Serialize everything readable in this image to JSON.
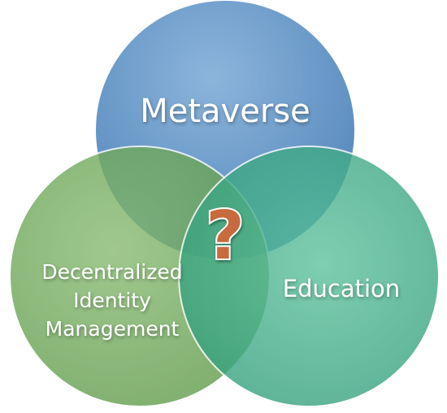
{
  "diagram": {
    "sets": [
      {
        "id": "metaverse",
        "label_lines": [
          "Metaverse"
        ],
        "color": "#5a8dc0"
      },
      {
        "id": "identity",
        "label_lines": [
          "Decentralized",
          "Identity",
          "Management"
        ],
        "color": "#6fa559"
      },
      {
        "id": "education",
        "label_lines": [
          "Education"
        ],
        "color": "#3ea988"
      }
    ],
    "center_mark": "?",
    "center_mark_color": "#c86a3c"
  }
}
